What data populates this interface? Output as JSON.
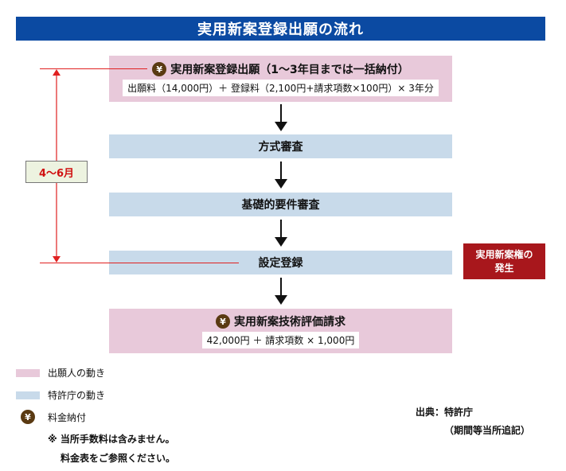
{
  "title": "実用新案登録出願の流れ",
  "steps": [
    {
      "label": "実用新案登録出願（1〜3年目までは一括納付）",
      "detail": "出願料（14,000円）＋ 登録料（2,100円+請求項数×100円）× 3年分"
    },
    {
      "label": "方式審査"
    },
    {
      "label": "基礎的要件審査"
    },
    {
      "label": "設定登録"
    },
    {
      "label": "実用新案技術評価請求",
      "detail": "42,000円 ＋ 請求項数 × 1,000円"
    }
  ],
  "duration": "4〜6月",
  "right_note": {
    "line1": "実用新案権の",
    "line2": "発生"
  },
  "legend": {
    "applicant": "出願人の動き",
    "jpo": "特許庁の動き",
    "fee": "料金納付",
    "yen_symbol": "¥"
  },
  "notes": {
    "line1": "※ 当所手数料は含みません。",
    "line2": "料金表をご参照ください。"
  },
  "source": {
    "line1": "出典：特許庁",
    "line2": "（期間等当所追記）"
  },
  "colors": {
    "title_bar": "#0b4aa2",
    "applicant": "#e8c9da",
    "jpo": "#c8daea",
    "accent_red": "#a8171c",
    "line_red": "#e02020",
    "yen_badge": "#5a3a12"
  }
}
